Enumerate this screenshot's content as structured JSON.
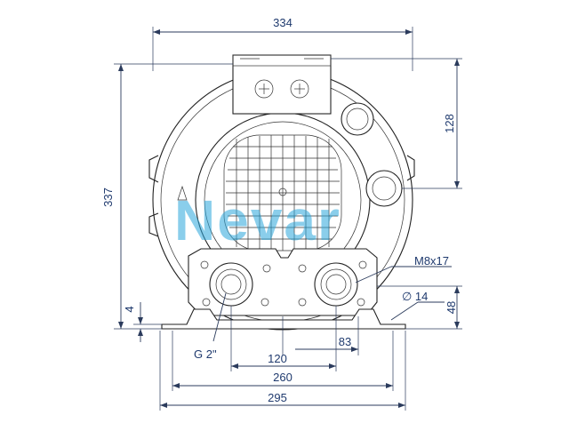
{
  "dimensions": {
    "overall_width": "334",
    "overall_height": "337",
    "motor_height": "128",
    "base_height": "48",
    "foot_thickness": "4",
    "thread": "M8x17",
    "hole_diameter": "∅ 14",
    "port_offset": "83",
    "port_spacing": "120",
    "hole_spacing": "260",
    "base_width": "295",
    "port_size": "G 2\""
  },
  "watermark": "Nevar",
  "colors": {
    "dimension_text": "#1f3a6e",
    "watermark": "#2ba7dc",
    "line": "#222222"
  }
}
